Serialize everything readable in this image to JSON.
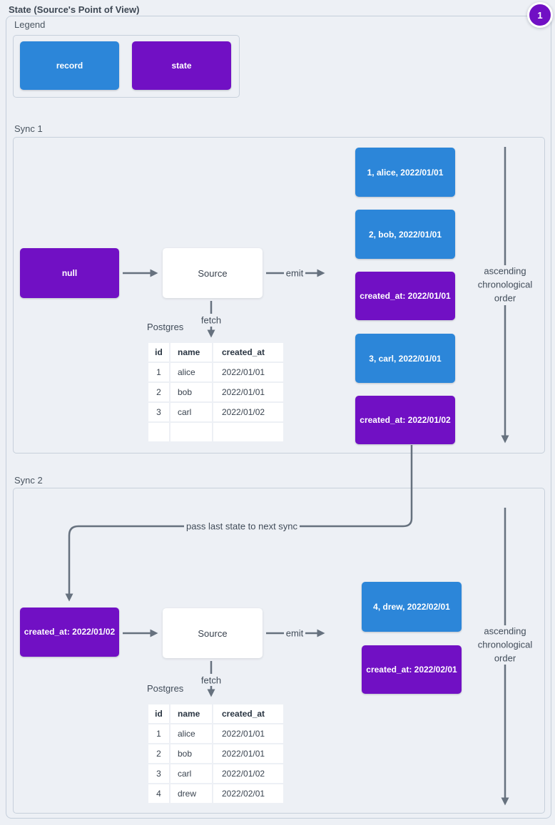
{
  "title": "State (Source's Point of View)",
  "badge": {
    "value": "1"
  },
  "colors": {
    "record": "#2C86D9",
    "state": "#7110C4",
    "arrow": "#66717E"
  },
  "legend": {
    "label": "Legend",
    "items": [
      {
        "type": "record",
        "label": "record"
      },
      {
        "type": "state",
        "label": "state"
      }
    ]
  },
  "connector_label": "pass last state to next sync",
  "sync1": {
    "label": "Sync 1",
    "input_state": {
      "type": "state",
      "text": "null"
    },
    "source_label": "Source",
    "emit_label": "emit",
    "fetch_label": "fetch",
    "database_label": "Postgres",
    "table": {
      "headers": [
        "id",
        "name",
        "created_at"
      ],
      "rows": [
        [
          "1",
          "alice",
          "2022/01/01"
        ],
        [
          "2",
          "bob",
          "2022/01/01"
        ],
        [
          "3",
          "carl",
          "2022/01/02"
        ],
        [
          "",
          "",
          ""
        ]
      ]
    },
    "emitted": [
      {
        "type": "record",
        "text": "1, alice, 2022/01/01"
      },
      {
        "type": "record",
        "text": "2, bob, 2022/01/01"
      },
      {
        "type": "state",
        "text": "created_at: 2022/01/01"
      },
      {
        "type": "record",
        "text": "3, carl, 2022/01/01"
      },
      {
        "type": "state",
        "text": "created_at: 2022/01/02"
      }
    ],
    "order_label": "ascending chronological order"
  },
  "sync2": {
    "label": "Sync 2",
    "input_state": {
      "type": "state",
      "text": "created_at: 2022/01/02"
    },
    "source_label": "Source",
    "emit_label": "emit",
    "fetch_label": "fetch",
    "database_label": "Postgres",
    "table": {
      "headers": [
        "id",
        "name",
        "created_at"
      ],
      "rows": [
        [
          "1",
          "alice",
          "2022/01/01"
        ],
        [
          "2",
          "bob",
          "2022/01/01"
        ],
        [
          "3",
          "carl",
          "2022/01/02"
        ],
        [
          "4",
          "drew",
          "2022/02/01"
        ]
      ]
    },
    "emitted": [
      {
        "type": "record",
        "text": "4, drew, 2022/02/01"
      },
      {
        "type": "state",
        "text": "created_at: 2022/02/01"
      }
    ],
    "order_label": "ascending chronological order"
  }
}
